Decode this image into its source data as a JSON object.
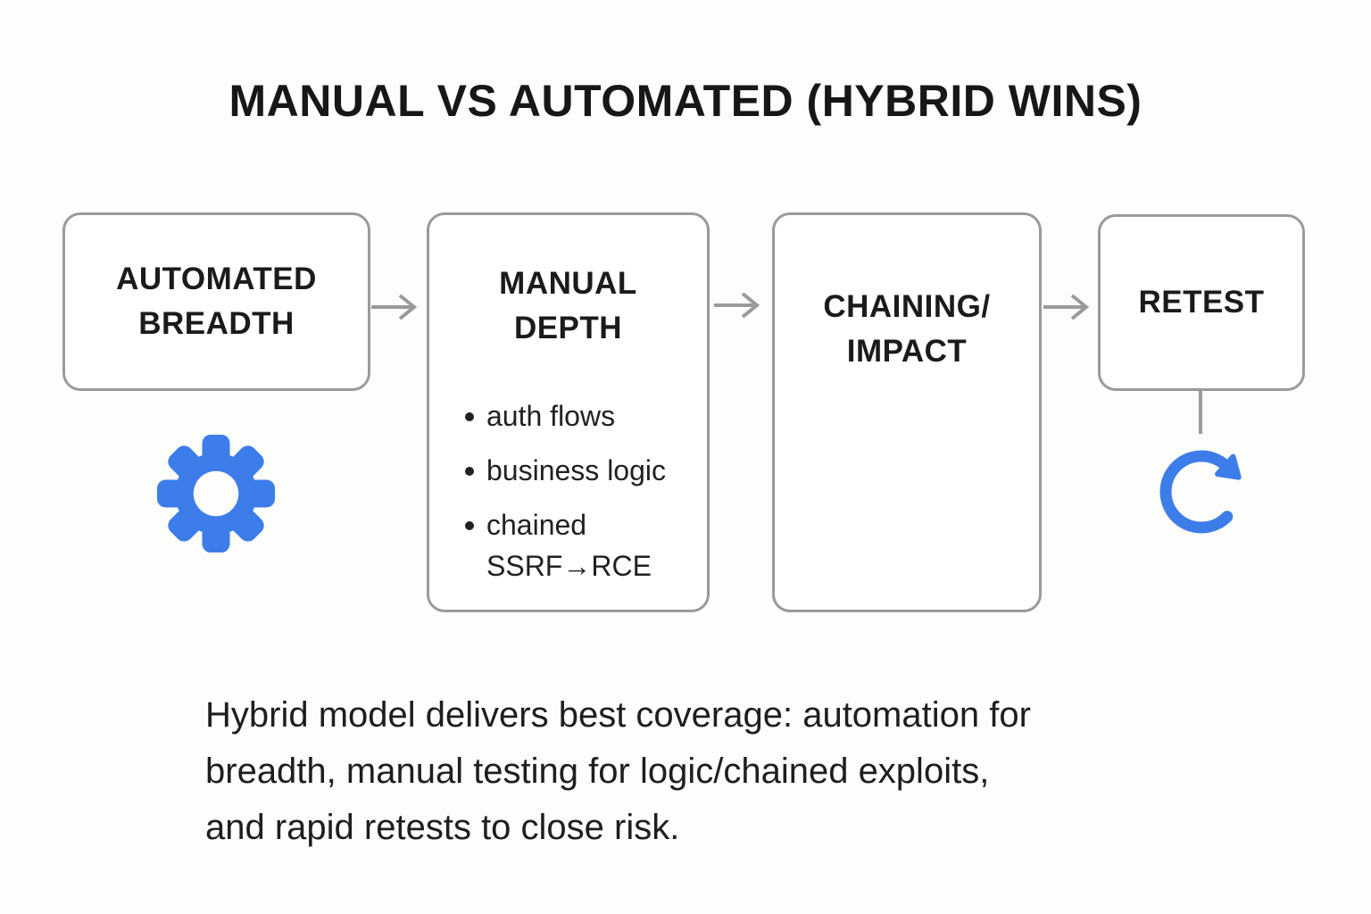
{
  "title": "MANUAL VS AUTOMATED (HYBRID WINS)",
  "flow": {
    "boxes": [
      {
        "title": "AUTOMATED\nBREADTH"
      },
      {
        "title": "MANUAL\nDEPTH",
        "bullets": [
          "auth flows",
          "business logic",
          "chained\nSSRF→RCE"
        ]
      },
      {
        "title": "CHAINING/\nIMPACT"
      },
      {
        "title": "RETEST"
      }
    ],
    "icons": [
      {
        "name": "gear-icon",
        "glyph": "⚙",
        "color": "#3d7de9"
      },
      {
        "name": "refresh-icon",
        "glyph": "⟳",
        "color": "#3d7de9"
      }
    ]
  },
  "footer": {
    "lines": [
      "Hybrid model delivers best coverage: automation for",
      "breadth, manual testing for logic/chained exploits,",
      "and rapid retests to close risk."
    ]
  },
  "colors": {
    "accent_blue": "#3d7de9",
    "connector_gray": "#9a9a9a",
    "text_dark": "#1a1a1a",
    "background": "#fdfdfb",
    "box_fill": "#ffffff"
  }
}
